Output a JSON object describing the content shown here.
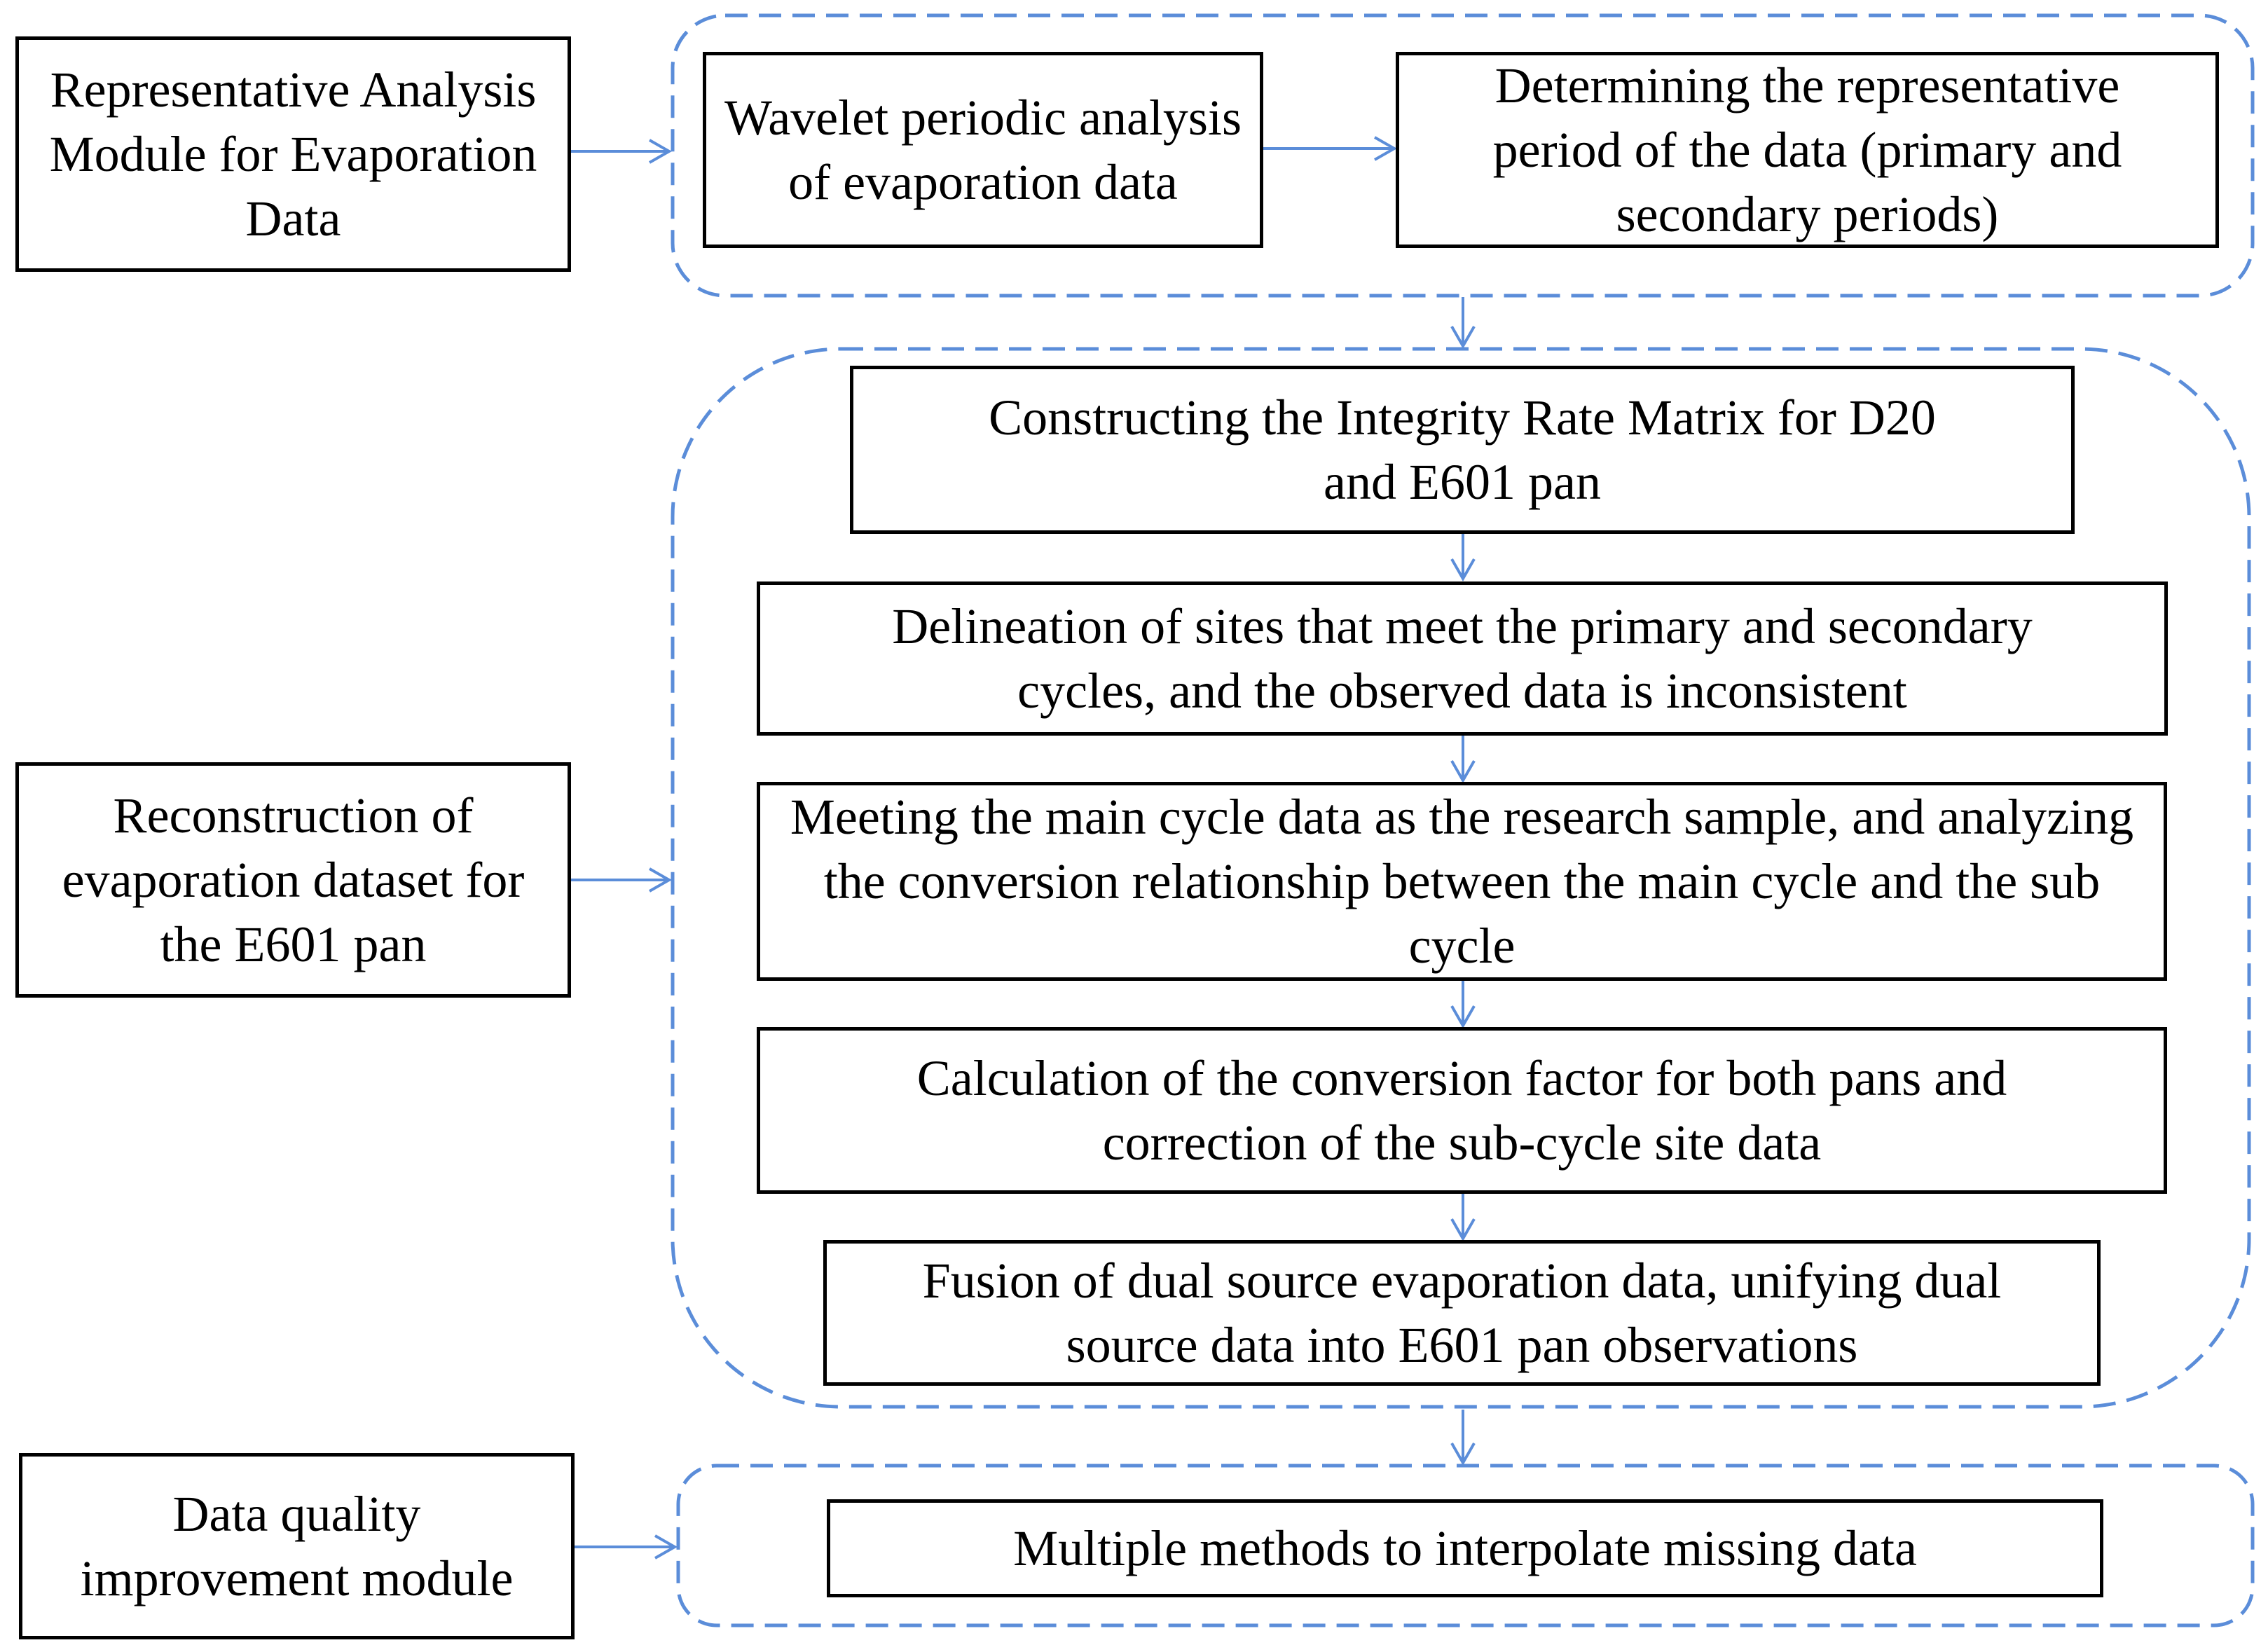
{
  "colors": {
    "connector": "#5b8dd9",
    "group_border": "#5b8dd9",
    "box_border": "#000000",
    "text": "#000000"
  },
  "modules": {
    "representative": "Representative Analysis Module for Evaporation Data",
    "reconstruction": "Reconstruction of evaporation dataset for the E601 pan",
    "quality": "Data quality improvement module"
  },
  "steps": {
    "wavelet": "Wavelet periodic analysis of evaporation data",
    "period": "Determining the representative period of the data (primary and secondary periods)",
    "matrix": "Constructing the Integrity Rate Matrix for D20 and E601 pan",
    "delineation": "Delineation of sites that meet the primary and secondary cycles, and the observed data is inconsistent",
    "meeting": "Meeting the main cycle data as the research sample, and analyzing the conversion relationship between the main cycle and the sub cycle",
    "calculation": "Calculation of the conversion factor for both pans and correction of the sub-cycle site data",
    "fusion": "Fusion of dual source evaporation data, unifying dual source data into E601 pan observations",
    "interpolation": "Multiple methods to interpolate missing data"
  }
}
